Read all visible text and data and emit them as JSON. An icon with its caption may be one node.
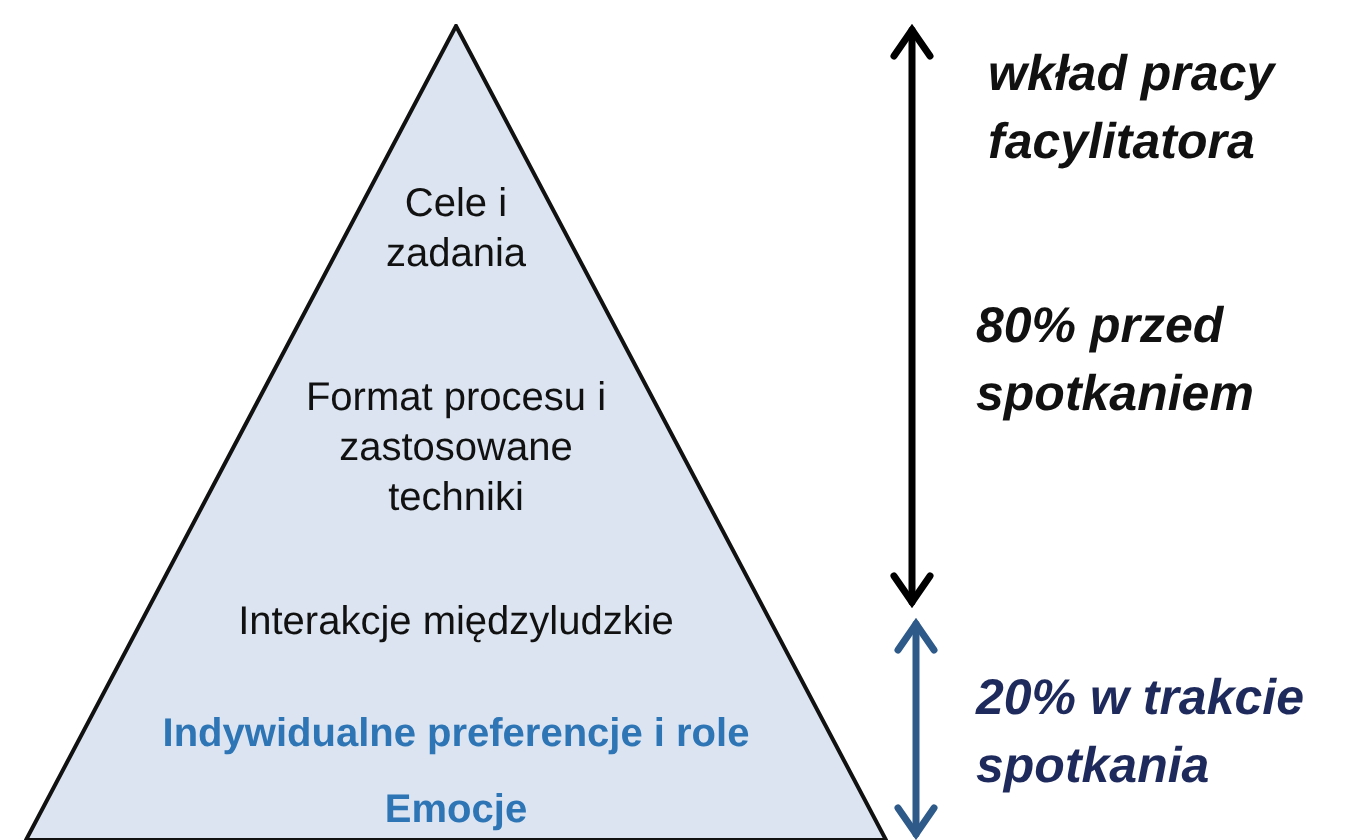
{
  "diagram": {
    "nodes": [
      {
        "text": [
          "Cele i zadania",
          "Format procesu i zastosowane techniki",
          "Interakcje międzyludzkie",
          "Indywidualne preferencje i role",
          "Emocje"
        ]
      }
    ],
    "edges": [],
    "labels": [
      "wkład pracy facylitatora",
      "80% przed spotkaniem",
      "20% w trakcie spotkania"
    ]
  }
}
